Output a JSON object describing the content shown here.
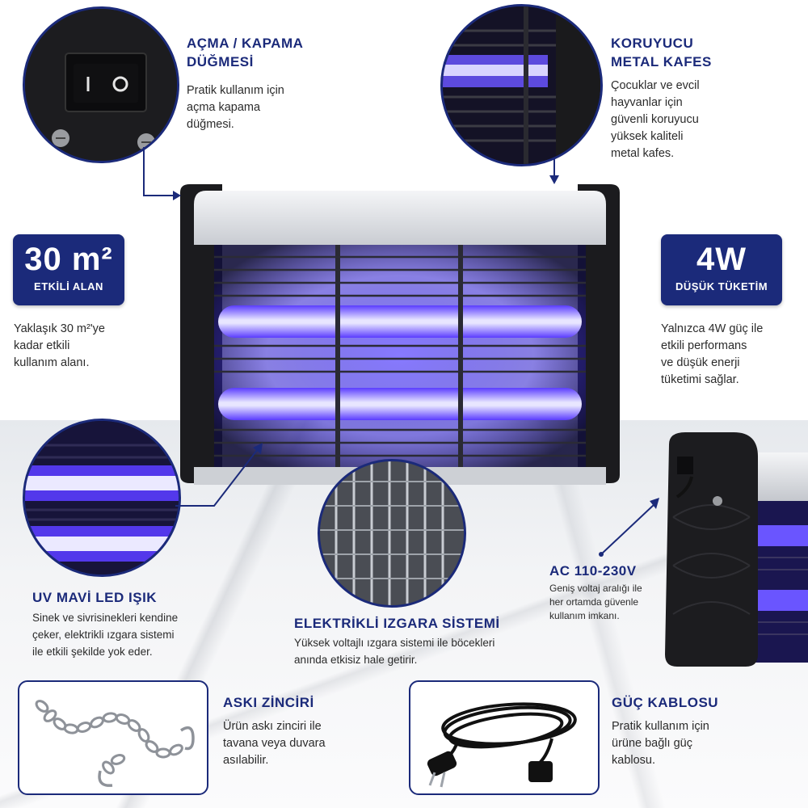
{
  "features": {
    "switch": {
      "title_line1": "AÇMA / KAPAMA",
      "title_line2": "DÜĞMESİ",
      "desc_line1": "Pratik kullanım için",
      "desc_line2": "açma kapama",
      "desc_line3": "düğmesi."
    },
    "cage": {
      "title_line1": "KORUYUCU",
      "title_line2": "METAL KAFES",
      "desc_line1": "Çocuklar ve evcil",
      "desc_line2": "hayvanlar için",
      "desc_line3": "güvenli koruyucu",
      "desc_line4": "yüksek kaliteli",
      "desc_line5": "metal kafes."
    },
    "area": {
      "badge_value": "30 m²",
      "badge_label": "ETKİLİ ALAN",
      "desc_line1": "Yaklaşık 30 m²'ye",
      "desc_line2": "kadar etkili",
      "desc_line3": "kullanım alanı."
    },
    "power": {
      "badge_value": "4W",
      "badge_label": "DÜŞÜK TÜKETİM",
      "desc_line1": "Yalnızca 4W güç ile",
      "desc_line2": "etkili performans",
      "desc_line3": "ve düşük enerji",
      "desc_line4": "tüketimi sağlar."
    },
    "uv": {
      "title": "UV MAVİ LED IŞIK",
      "desc_line1": "Sinek ve sivrisinekleri kendine",
      "desc_line2": "çeker, elektrikli ızgara sistemi",
      "desc_line3": "ile etkili şekilde yok eder."
    },
    "grid": {
      "title": "ELEKTRİKLİ IZGARA SİSTEMİ",
      "desc_line1": "Yüksek voltajlı ızgara sistemi ile böcekleri",
      "desc_line2": "anında etkisiz hale getirir."
    },
    "voltage": {
      "title": "AC 110-230V",
      "desc_line1": "Geniş voltaj aralığı ile",
      "desc_line2": "her ortamda güvenle",
      "desc_line3": "kullanım imkanı."
    },
    "chain": {
      "title": "ASKI ZİNCİRİ",
      "desc_line1": "Ürün askı zinciri ile",
      "desc_line2": "tavana veya duvara",
      "desc_line3": "asılabilir."
    },
    "cable": {
      "title": "GÜÇ KABLOSU",
      "desc_line1": "Pratik kullanım için",
      "desc_line2": "ürüne bağlı güç",
      "desc_line3": "kablosu."
    }
  },
  "colors": {
    "brand_navy": "#1b2a7a",
    "uv_blue": "#5a3cff",
    "uv_glow": "#8fa0ff"
  }
}
